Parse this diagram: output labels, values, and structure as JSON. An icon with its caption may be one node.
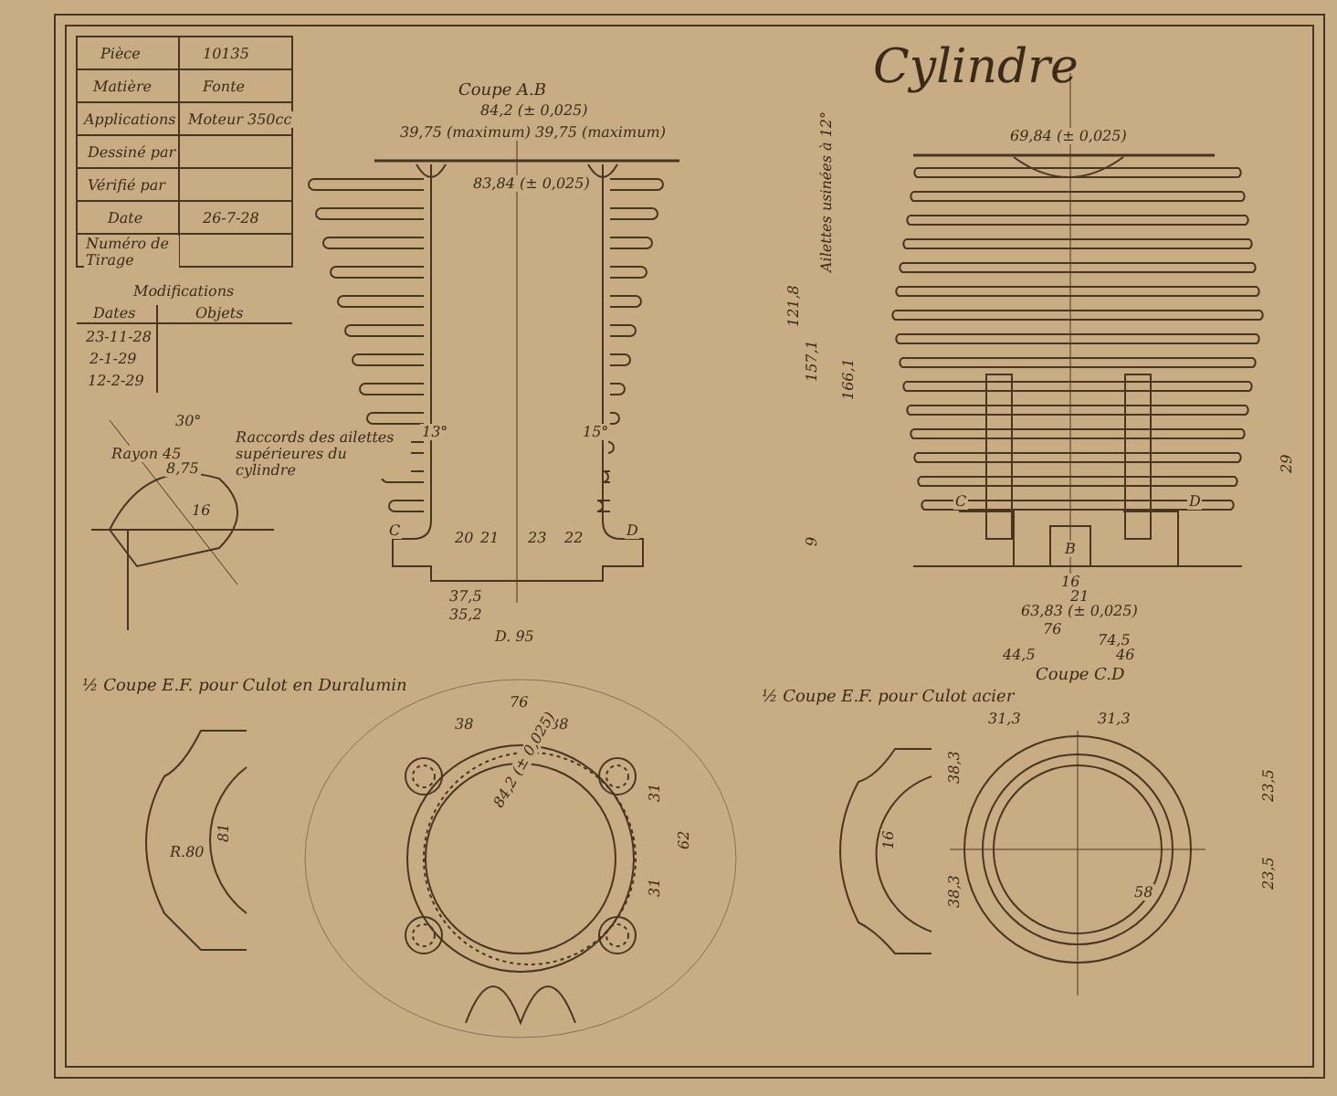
{
  "diagram": {
    "title": "Cylindre",
    "labels": [
      "Pièce",
      "10135",
      "Matière",
      "Fonte",
      "Applications",
      "Moteur 350cc",
      "Dessiné par",
      "Vérifié par",
      "Date",
      "26-7-28",
      "Numéro de Tirage",
      "Modifications",
      "Dates",
      "Objets",
      "23-11-28",
      "2-1-29",
      "12-2-29",
      "30°",
      "Rayon 45",
      "8,75",
      "16",
      "Raccords des ailettes supérieures du cylindre",
      "Coupe A.B",
      "84,2 (± 0,025)",
      "39,75 (maximum)",
      "39,75 (maximum)",
      "83,84 (± 0,025)",
      "13°",
      "15°",
      "C",
      "D",
      "20",
      "21",
      "23",
      "22",
      "37,5",
      "35,2",
      "D. 95",
      "121,8",
      "157,1",
      "166,1",
      "9",
      "Ailettes usinées à 12°",
      "69,84 (± 0,025)",
      "C",
      "D",
      "B",
      "16",
      "21",
      "63,83 (± 0,025)",
      "76",
      "74,5",
      "44,5",
      "46",
      "29",
      "Coupe C.D",
      "½ Coupe E.F. pour Culot en Duralumin",
      "R.80",
      "81",
      "76",
      "38",
      "38",
      "31",
      "31",
      "62",
      "84,2 (± 0,025)",
      "½ Coupe E.F. pour Culot acier",
      "16",
      "31,3",
      "31,3",
      "38,3",
      "38,3",
      "23,5",
      "23,5",
      "58"
    ]
  }
}
